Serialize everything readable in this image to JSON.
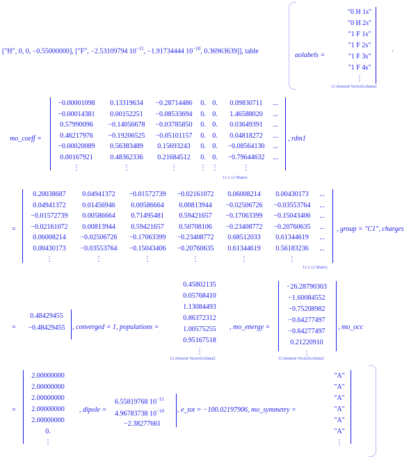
{
  "line1": {
    "atoms_text": "[\"H\", 0, 0, −0.55000000], [\"F\", −2.53109794 10",
    "exp1": "−11",
    "atoms_text2": ", −1.91734444 10",
    "exp2": "−10",
    "atoms_text3": ", 0.36963639]], table",
    "aolabels_label": "aolabels =",
    "aolabels": [
      "\"0 H 1s\"",
      "\"0 H 2s\"",
      "\"1 F 1s\"",
      "\"1 F 2s\"",
      "\"1 F 3s\"",
      "\"1 F 4s\"",
      "⋮"
    ],
    "aolabels_caption": "12 element Vector[column]",
    "trailing": "."
  },
  "mo_coeff": {
    "label": "mo_coeff =",
    "rows": [
      [
        "−0.00001098",
        "0.13319634",
        "−0.28714486",
        "0.",
        "0.",
        "0.09830711",
        "..."
      ],
      [
        "−0.00014381",
        "0.00152251",
        "−0.08533694",
        "0.",
        "0.",
        "1.46588020",
        "..."
      ],
      [
        "0.57990096",
        "−0.14056678",
        "−0.03785850",
        "0.",
        "0.",
        "0.03649391",
        "..."
      ],
      [
        "0.46217976",
        "−0.19206525",
        "−0.05101157",
        "0.",
        "0.",
        "0.04818272",
        "..."
      ],
      [
        "−0.00020089",
        "0.56383489",
        "0.15693243",
        "0.",
        "0.",
        "−0.08564130",
        "..."
      ],
      [
        "0.00167921",
        "0.48362336",
        "0.21684512",
        "0.",
        "0.",
        "−0.79644632",
        "..."
      ],
      [
        "⋮",
        "⋮",
        "⋮",
        "⋮",
        "⋮",
        "⋮",
        ""
      ]
    ],
    "caption": "12 x 12 Matrix",
    "next": ", rdm1"
  },
  "rdm1": {
    "eq": "=",
    "rows": [
      [
        "0.20038687",
        "0.04941372",
        "−0.01572739",
        "−0.02161072",
        "0.06008214",
        "0.00430173",
        "..."
      ],
      [
        "0.04941372",
        "0.01456946",
        "0.00586664",
        "0.00813944",
        "−0.02506726",
        "−0.03553764",
        "..."
      ],
      [
        "−0.01572739",
        "0.00586664",
        "0.71495481",
        "0.59421657",
        "−0.17063399",
        "−0.15043406",
        "..."
      ],
      [
        "−0.02161072",
        "0.00813944",
        "0.59421657",
        "0.50708106",
        "−0.23408772",
        "−0.20760635",
        "..."
      ],
      [
        "0.06008214",
        "−0.02506726",
        "−0.17063399",
        "−0.23408772",
        "0.68512033",
        "0.61344619",
        "..."
      ],
      [
        "0.00430173",
        "−0.03553764",
        "−0.15043406",
        "−0.20760635",
        "0.61344619",
        "0.56183236",
        "..."
      ],
      [
        "⋮",
        "⋮",
        "⋮",
        "⋮",
        "⋮",
        "⋮",
        ""
      ]
    ],
    "caption": "12 x 12 Matrix",
    "next": ", group = \"C1\", charges"
  },
  "charges": {
    "eq": "=",
    "values": [
      "0.48429455",
      "−0.48429455"
    ],
    "next": ", converged = 1, populations ="
  },
  "populations": {
    "values": [
      "0.45802135",
      "0.05768410",
      "1.13084493",
      "0.86372312",
      "1.00575255",
      "0.95167518",
      "⋮"
    ],
    "caption": "12 element Vector[column]",
    "next": ", mo_energy ="
  },
  "mo_energy": {
    "values": [
      "−26.28790303",
      "−1.60084552",
      "−0.75208982",
      "−0.64277497",
      "−0.64277497",
      "0.21220910",
      "⋮"
    ],
    "caption": "12 element Vector[column]",
    "next": ", mo_occ"
  },
  "mo_occ": {
    "eq": "=",
    "values": [
      "2.00000000",
      "2.00000000",
      "2.00000000",
      "2.00000000",
      "2.00000000",
      "0.",
      "⋮"
    ],
    "next": ", dipole ="
  },
  "dipole": {
    "v1": "6.55819768 10",
    "e1": "−11",
    "v2": "4.96783738 10",
    "e2": "−10",
    "v3": "−2.38277661",
    "next": ", e_tot = −100.02197906, mo_symmetry ="
  },
  "mo_symmetry": {
    "values": [
      "\"A\"",
      "\"A\"",
      "\"A\"",
      "\"A\"",
      "\"A\"",
      "\"A\"",
      "⋮"
    ]
  },
  "colors": {
    "math": "#1a1ae6"
  }
}
